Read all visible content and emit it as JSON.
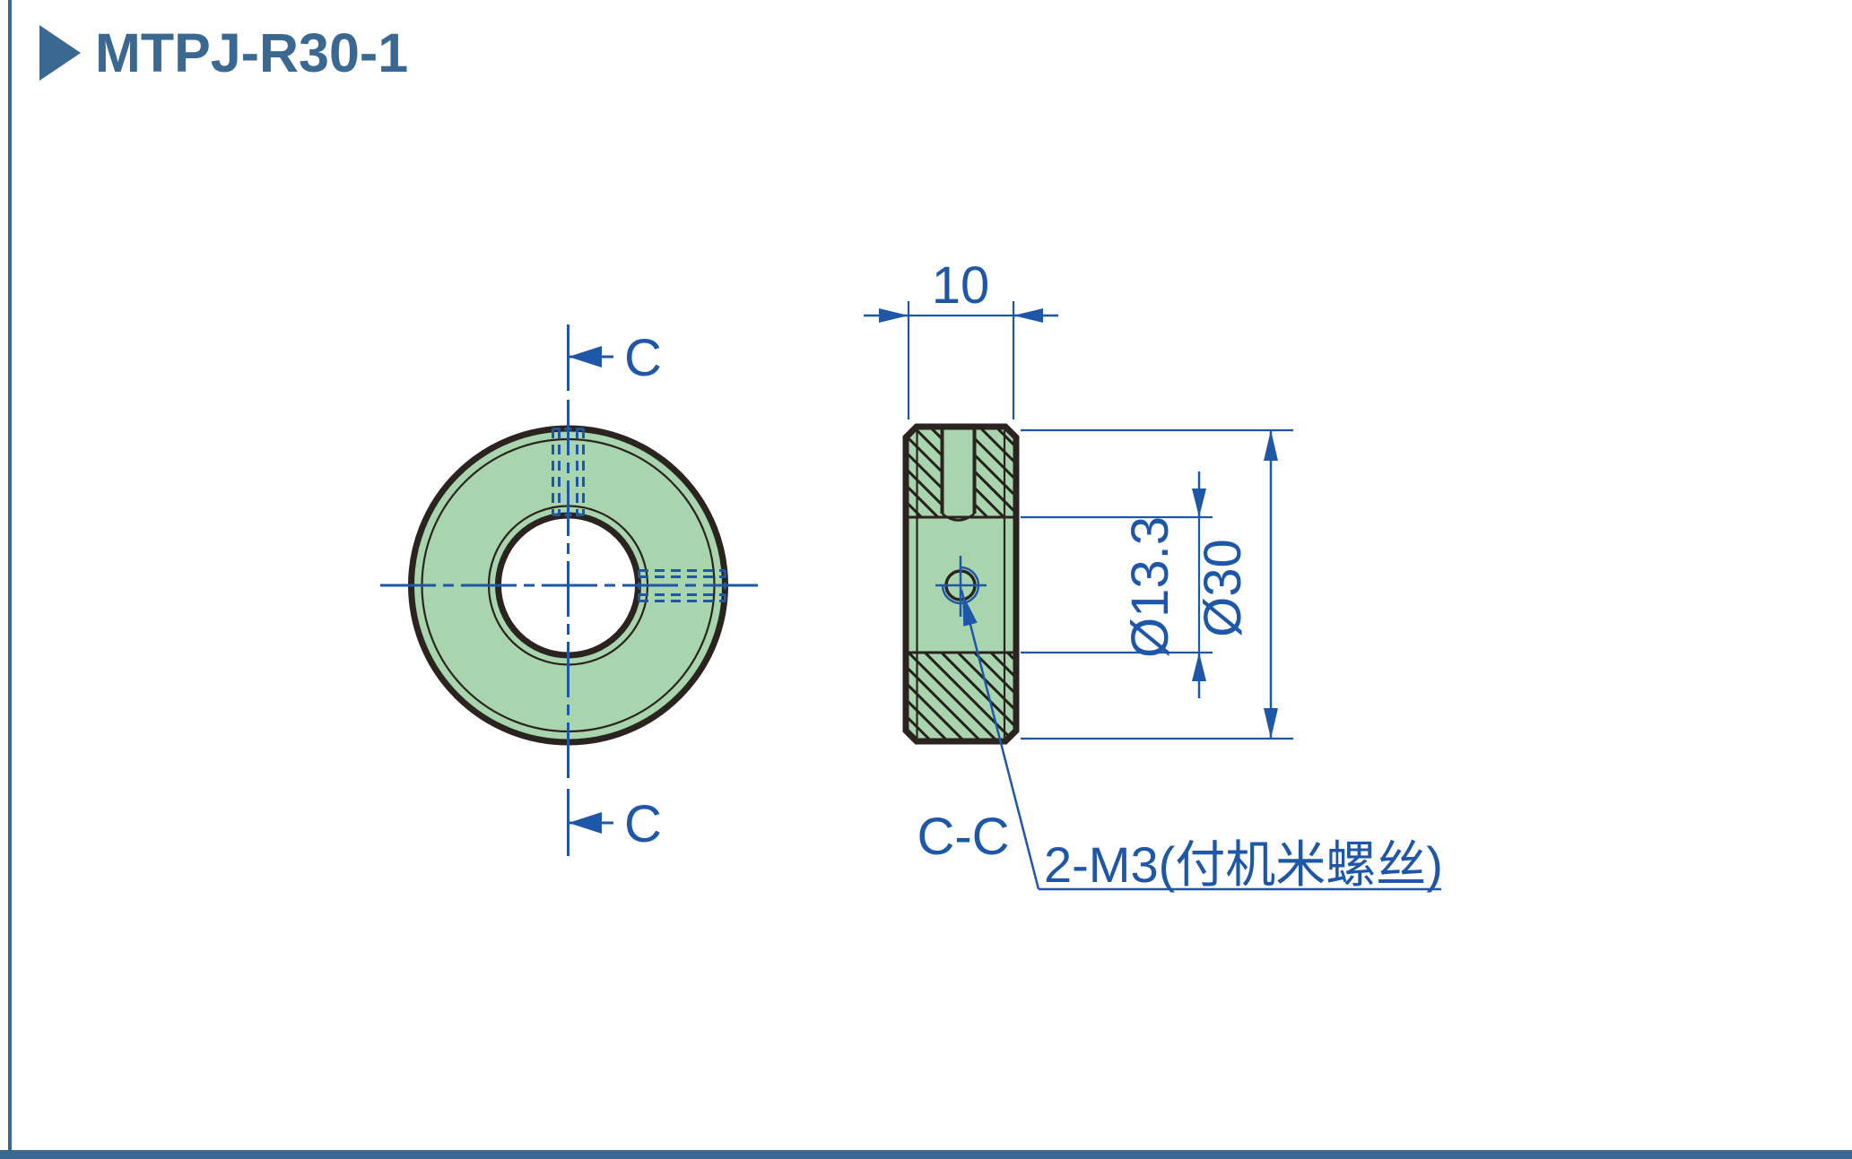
{
  "page": {
    "title": "MTPJ-R30-1"
  },
  "colors": {
    "accent_steel_blue": "#3a6890",
    "drawing_blue": "#1e57a8",
    "part_fill_green": "#a8d5ae",
    "outline_dark": "#2b2320"
  },
  "front_view": {
    "section_cut_label_top": "C",
    "section_cut_label_bottom": "C"
  },
  "section_view": {
    "view_label": "C-C",
    "callout_set_screws": "2-M3(付机米螺丝)"
  },
  "dimensions": {
    "width": "10",
    "bore_diameter": "Ø13.3",
    "outer_diameter": "Ø30"
  }
}
